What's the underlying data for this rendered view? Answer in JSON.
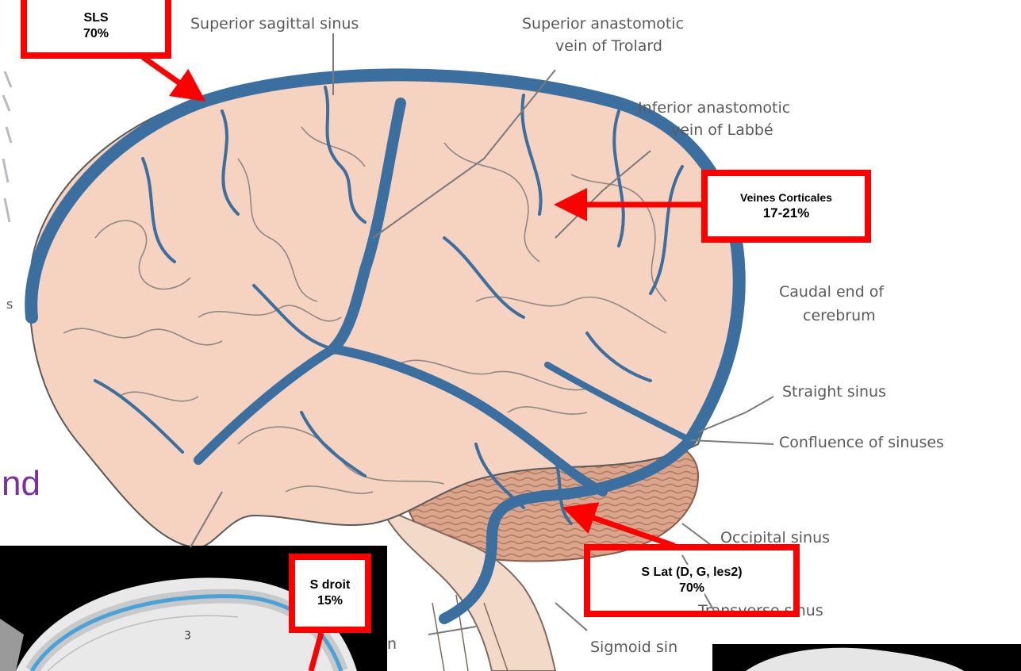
{
  "labels": {
    "superior_sagittal_sinus": "Superior sagittal sinus",
    "superior_anastomotic_1": "Superior anastomotic",
    "superior_anastomotic_2": "vein of Trolard",
    "inferior_anastomotic_1": "Inferior anastomotic",
    "inferior_anastomotic_2": "vein of Labbé",
    "caudal_1": "Caudal end of",
    "caudal_2": "cerebrum",
    "straight_sinus": "Straight sinus",
    "confluence": "Confluence of sinuses",
    "occipital": "Occipital sinus",
    "transverse": "Transverse sinus",
    "sigmoid": "Sigmoid sin",
    "partial_n": "n",
    "partial_s": "s",
    "slide_fragment": "nd"
  },
  "callouts": {
    "sls": {
      "name": "SLS",
      "value": "70%"
    },
    "cortical": {
      "name": "Veines Corticales",
      "value": "17-21%"
    },
    "slat": {
      "name": "S Lat  (D, G, les2)",
      "value": "70%"
    },
    "sdroit": {
      "name": "S droit",
      "value": "15%"
    }
  },
  "inset_number": "3",
  "colors": {
    "callout_red": "#ff0000",
    "vein_blue": "#3a6fa0",
    "brain_fill": "#f6d3c0",
    "cerebellum_fill": "#d9a68d",
    "purple_text": "#7a2fa6"
  }
}
